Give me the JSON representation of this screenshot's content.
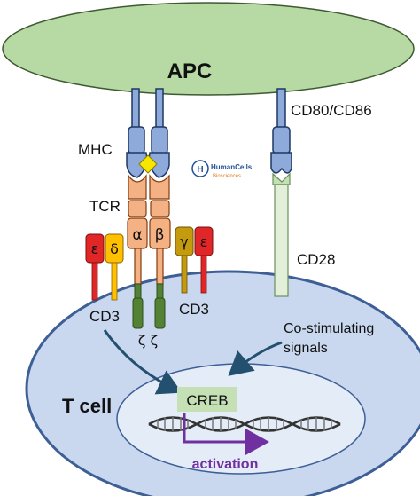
{
  "labels": {
    "apc": "APC",
    "mhc": "MHC",
    "tcr": "TCR",
    "cd80_cd86": "CD80/CD86",
    "cd28": "CD28",
    "cd3_left": "CD3",
    "cd3_right": "CD3",
    "zeta_pair": "ζ ζ",
    "costim_line1": "Co-stimulating",
    "costim_line2": "signals",
    "t_cell": "T cell",
    "creb": "CREB",
    "activation": "activation"
  },
  "chains": {
    "alpha": "α",
    "beta": "β",
    "epsilon_left": "ε",
    "delta": "δ",
    "gamma": "γ",
    "epsilon_right": "ε"
  },
  "logo": {
    "letter": "H",
    "name": "HumanCells",
    "sub": "Biosciences"
  },
  "colors": {
    "apc_fill": "#b7d9a3",
    "cell_fill": "#c9d8ef",
    "cell_stroke": "#3d5f96",
    "mhc_fill": "#8eaadb",
    "peptide": "#f7e600",
    "tcr_fill": "#f4b183",
    "epsilon": "#e02626",
    "delta": "#ffc000",
    "gamma": "#c59b0e",
    "zeta": "#548235",
    "cd28_fill": "#e2f0d9",
    "creb_fill": "#c5e0b4",
    "arrow": "#24506f",
    "activation": "#7030a0"
  }
}
